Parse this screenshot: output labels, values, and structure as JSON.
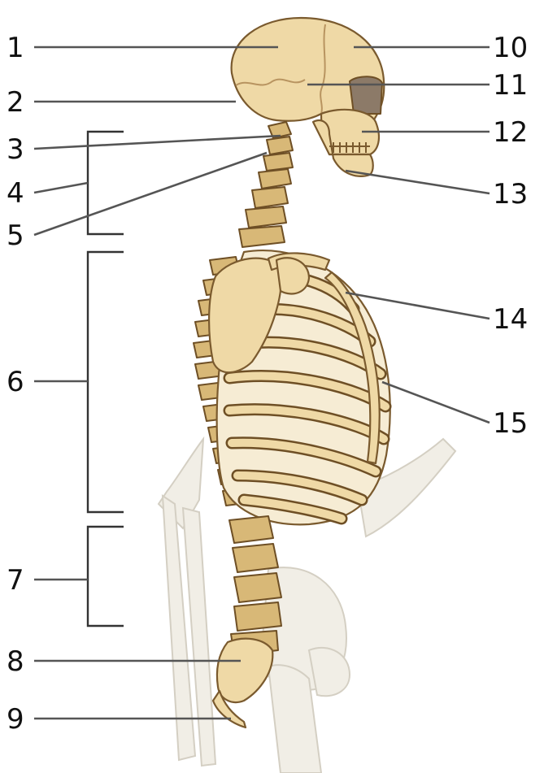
{
  "labels_left": [
    "1",
    "2",
    "3",
    "4",
    "5",
    "6",
    "7",
    "8",
    "9"
  ],
  "labels_right": [
    "10",
    "11",
    "12",
    "13",
    "14",
    "15"
  ],
  "colors": {
    "bone": "#efd9a6",
    "bone_outline": "#7a5a2e",
    "ghost_bone": "#f1eee6",
    "leader_line": "#555555",
    "label_text": "#111111"
  }
}
